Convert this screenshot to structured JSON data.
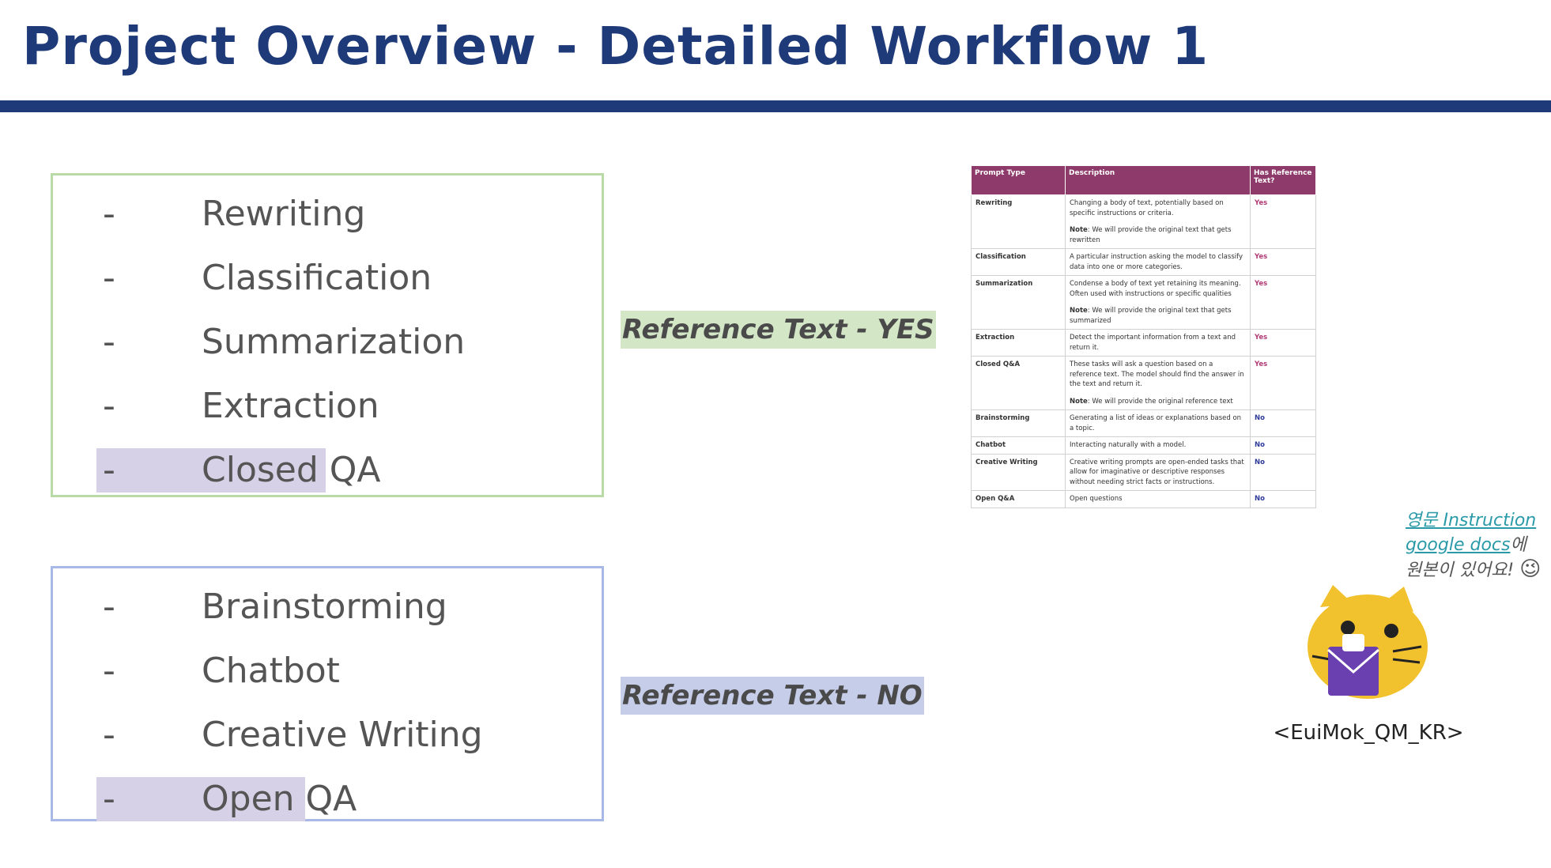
{
  "slide": {
    "title": "Project Overview - Detailed Workflow 1"
  },
  "groups": {
    "with_reference": {
      "items": [
        {
          "label": "Rewriting"
        },
        {
          "label": "Classification"
        },
        {
          "label": "Summarization"
        },
        {
          "label": "Extraction"
        },
        {
          "label": "Closed QA"
        }
      ],
      "marker": "-",
      "ref_label": "Reference Text - YES"
    },
    "without_reference": {
      "items": [
        {
          "label": "Brainstorming"
        },
        {
          "label": "Chatbot"
        },
        {
          "label": "Creative Writing"
        },
        {
          "label": "Open QA"
        }
      ],
      "marker": "-",
      "ref_label": "Reference Text - NO"
    }
  },
  "table": {
    "headers": [
      "Prompt Type",
      "Description",
      "Has Reference Text?"
    ],
    "rows": [
      {
        "type": "Rewriting",
        "desc": "Changing a body of text, potentially based on specific instructions or criteria.",
        "note_label": "Note",
        "note": ": We will provide the original text that gets rewritten",
        "has": "Yes"
      },
      {
        "type": "Classification",
        "desc": "A particular instruction asking the model to classify data into one or more categories.",
        "has": "Yes"
      },
      {
        "type": "Summarization",
        "desc": "Condense a body of text yet retaining its meaning. Often used with instructions or specific qualities",
        "note_label": "Note",
        "note": ": We will provide the original text that gets summarized",
        "has": "Yes"
      },
      {
        "type": "Extraction",
        "desc": "Detect the important information from a text and return it.",
        "has": "Yes"
      },
      {
        "type": "Closed Q&A",
        "desc": "These tasks will ask a question based on a reference text. The model should find the answer in the text and return it.",
        "note_label": "Note",
        "note": ": We will provide the original reference text",
        "has": "Yes"
      },
      {
        "type": "Brainstorming",
        "desc": "Generating a list of ideas or explanations based on a topic.",
        "has": "No"
      },
      {
        "type": "Chatbot",
        "desc": "Interacting naturally with a model.",
        "has": "No"
      },
      {
        "type": "Creative Writing",
        "desc": "Creative writing prompts are open-ended tasks that allow for imaginative or descriptive responses without needing strict facts or instructions.",
        "has": "No"
      },
      {
        "type": "Open Q&A",
        "desc": "Open questions",
        "has": "No"
      }
    ]
  },
  "side_note": {
    "link1": "영문 Instruction",
    "link2": "google docs",
    "suffix1": "에",
    "line2": "원본이 있어요!",
    "emoji_icon": "winking-face-icon",
    "emoji": "😉"
  },
  "mascot": {
    "icon": "cat-with-envelope-icon",
    "caption": "<EuiMok_QM_KR>"
  },
  "colors": {
    "title": "#1f3a78",
    "rule": "#1f3a78",
    "box_yes_border": "#b9d9a7",
    "box_no_border": "#a9b9e6",
    "highlight": "#d6d1e6",
    "ref_yes_bg": "#d3e6c6",
    "ref_no_bg": "#c6cde9",
    "table_header": "#8e3a6b",
    "yes_text": "#b03a75",
    "no_text": "#2e3b9a",
    "link": "#2a9aa8"
  }
}
